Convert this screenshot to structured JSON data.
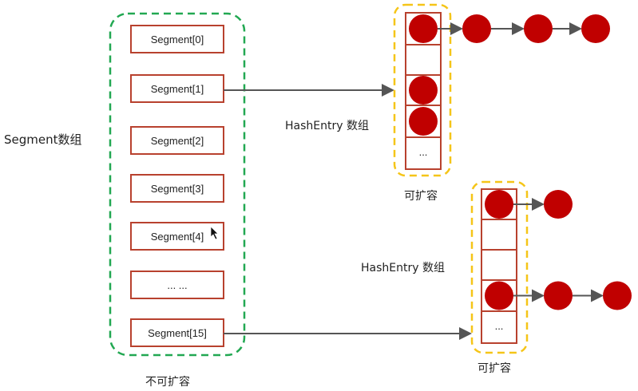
{
  "labels": {
    "segment_array": "Segment数组",
    "non_expandable": "不可扩容",
    "hashentry_top": "HashEntry 数组",
    "expandable_top": "可扩容",
    "hashentry_bottom": "HashEntry 数组",
    "expandable_bottom": "可扩容"
  },
  "segments": [
    "Segment[0]",
    "Segment[1]",
    "Segment[2]",
    "Segment[3]",
    "Segment[4]",
    "... ...",
    "Segment[15]"
  ],
  "top_table": {
    "cells": [
      "",
      "",
      "",
      "",
      "..."
    ],
    "filled": [
      true,
      false,
      true,
      true,
      false
    ],
    "chain_length_first": 3
  },
  "bottom_table": {
    "cells": [
      "",
      "",
      "",
      "",
      "..."
    ],
    "filled": [
      true,
      false,
      false,
      true,
      false
    ],
    "chain_lengths": [
      1,
      0,
      0,
      2,
      0
    ]
  },
  "colors": {
    "segment_border": "#b8412e",
    "green_dash": "#22a852",
    "yellow_dash": "#f5c518",
    "node": "#c00000",
    "arrow": "#555555"
  }
}
